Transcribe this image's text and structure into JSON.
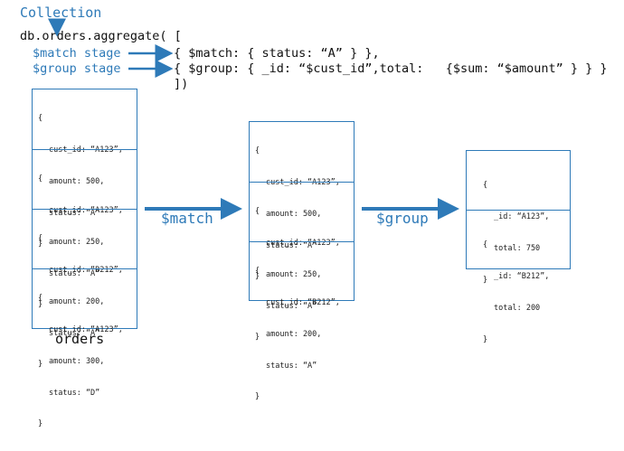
{
  "header": {
    "collection_label": "Collection",
    "line1": "db.orders.aggregate( [",
    "match_stage_label": "$match stage",
    "group_stage_label": "$group stage",
    "match_code": "{ $match: { status: “A” } },",
    "group_code": "{ $group: { _id: “$cust_id”,total:   {$sum: “$amount” } } }",
    "closing": "])"
  },
  "orders_collection": {
    "label": "orders",
    "docs": [
      {
        "open": "{",
        "cust_id": "cust_id: “A123”,",
        "amount": "amount: 500,",
        "status": "status: “A”",
        "close": "}"
      },
      {
        "open": "{",
        "cust_id": "cust_id: “A123”,",
        "amount": "amount: 250,",
        "status": "status: “A”",
        "close": "}"
      },
      {
        "open": "{",
        "cust_id": "cust_id: “B212”,",
        "amount": "amount: 200,",
        "status": "status: “A”",
        "close": "}"
      },
      {
        "open": "{",
        "cust_id": "cust_id: “A123”,",
        "amount": "amount: 300,",
        "status": "status: “D”",
        "close": "}"
      }
    ]
  },
  "match_arrow_label": "$match",
  "matched_docs": [
    {
      "open": "{",
      "cust_id": "cust_id: “A123”,",
      "amount": "amount: 500,",
      "status": "status: “A”",
      "close": "}"
    },
    {
      "open": "{",
      "cust_id": "cust_id: “A123”,",
      "amount": "amount: 250,",
      "status": "status: “A”",
      "close": "}"
    },
    {
      "open": "{",
      "cust_id": "cust_id: “B212”,",
      "amount": "amount: 200,",
      "status": "status: “A”",
      "close": "}"
    }
  ],
  "group_arrow_label": "$group",
  "grouped_docs": [
    {
      "open": "{",
      "id": "_id: “A123”,",
      "total": "total: 750",
      "close": "}"
    },
    {
      "open": "{",
      "id": "_id: “B212”,",
      "total": "total: 200",
      "close": "}"
    }
  ],
  "colors": {
    "accent": "#2e7ab8"
  }
}
